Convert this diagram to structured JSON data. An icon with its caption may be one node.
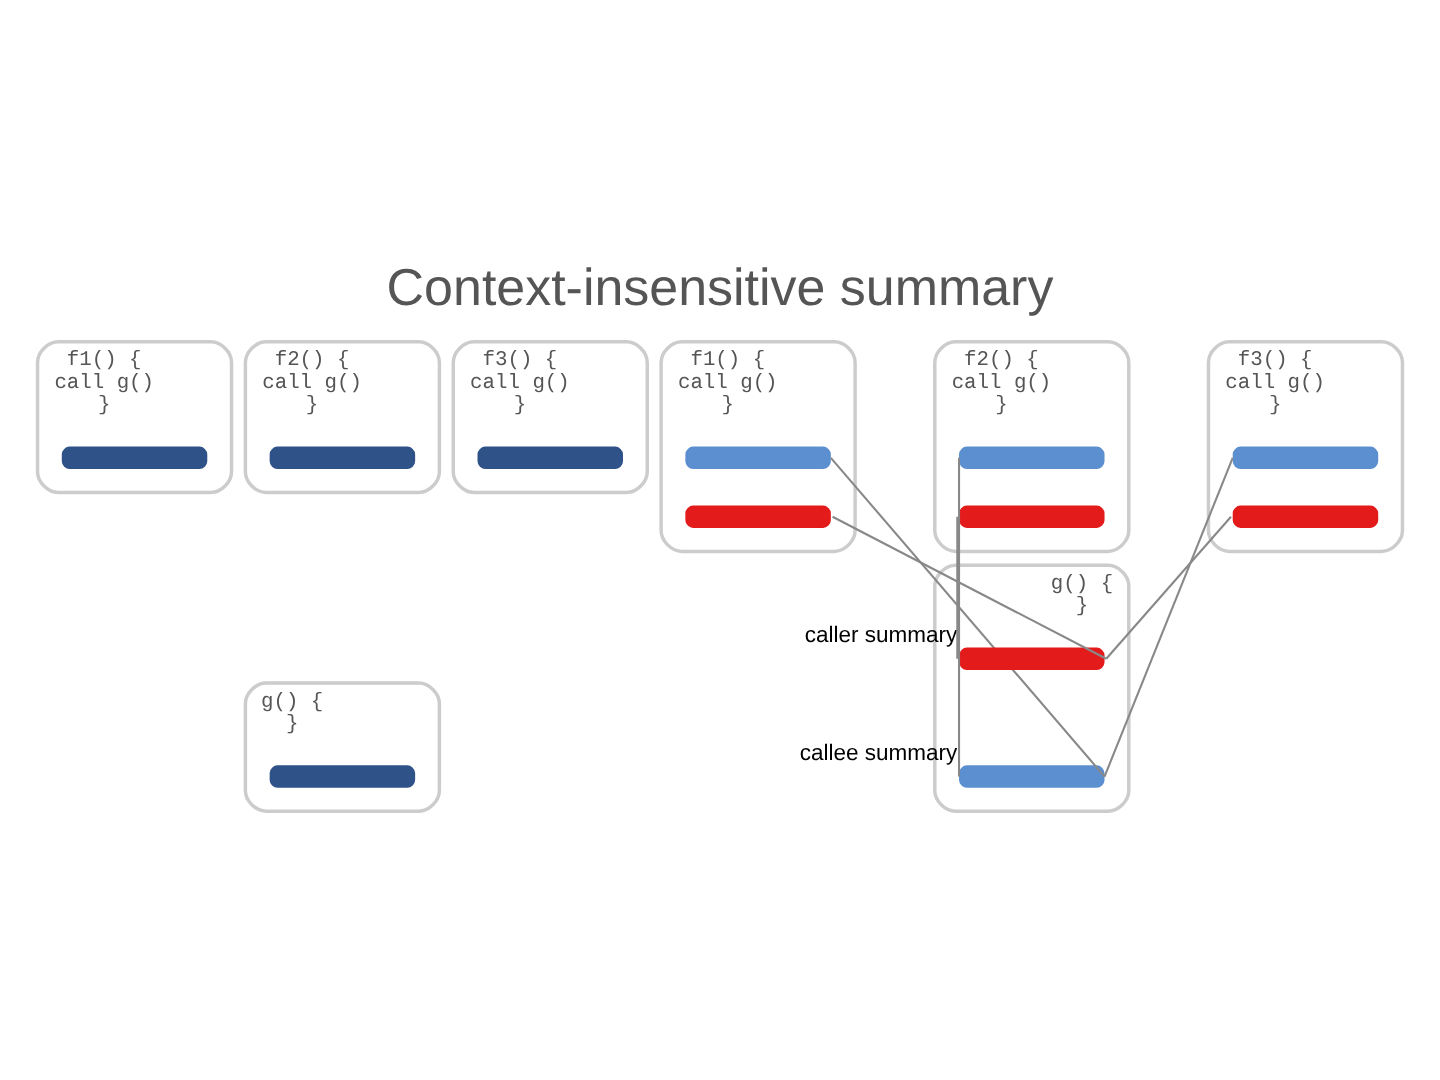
{
  "diagram": {
    "title": "Context-insensitive summary",
    "nodes": [
      {
        "text": [
          "f1() {",
          "call g()",
          "}"
        ]
      },
      {
        "text": [],
        "shape": "bar",
        "in": 0
      },
      {
        "text": [
          "f2() {",
          "call g()",
          "}"
        ]
      },
      {
        "text": [],
        "shape": "bar",
        "in": 2
      },
      {
        "text": [
          "f3() {",
          "call g()",
          "}"
        ]
      },
      {
        "text": [],
        "shape": "bar",
        "in": 4
      },
      {
        "text": [
          "f1() {",
          "call g()",
          "}"
        ]
      },
      {
        "text": [],
        "shape": "bar",
        "in": 6
      },
      {
        "text": [],
        "shape": "bar",
        "in": 6
      },
      {
        "text": [
          "f2() {",
          "call g()",
          "}"
        ]
      },
      {
        "text": [],
        "shape": "bar",
        "in": 9
      },
      {
        "text": [],
        "shape": "bar",
        "in": 9
      },
      {
        "text": [
          "f3() {",
          "call g()",
          "}"
        ]
      },
      {
        "text": [],
        "shape": "bar",
        "in": 12
      },
      {
        "text": [],
        "shape": "bar",
        "in": 12
      },
      {
        "text": [
          "g() {",
          "}"
        ]
      },
      {
        "text": [],
        "shape": "bar",
        "in": 15
      },
      {
        "text": [
          "g() {",
          "}"
        ]
      },
      {
        "text": [],
        "shape": "bar",
        "in": 17,
        "beside": [
          "caller summary"
        ]
      },
      {
        "text": [],
        "shape": "bar",
        "in": 17,
        "beside": [
          "callee summary"
        ]
      }
    ],
    "edges": [
      {
        "from": 7,
        "to": 19,
        "arrow": "none"
      },
      {
        "from": 8,
        "to": 18,
        "arrow": "none"
      },
      {
        "from": 10,
        "to": 19,
        "arrow": "none"
      },
      {
        "from": 11,
        "to": 18,
        "arrow": "none"
      },
      {
        "from": 13,
        "to": 19,
        "arrow": "none"
      },
      {
        "from": 14,
        "to": 18,
        "arrow": "none"
      }
    ]
  }
}
